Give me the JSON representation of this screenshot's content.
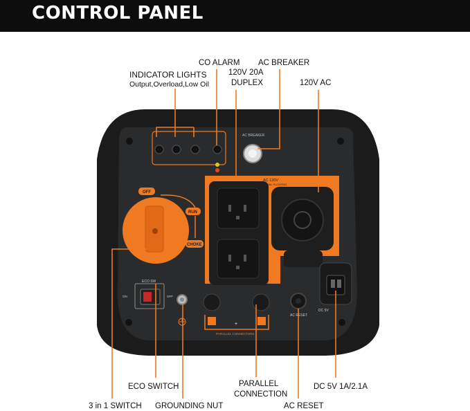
{
  "header": {
    "title": "CONTROL PANEL"
  },
  "callouts": {
    "indicator_lights": "INDICATOR LIGHTS",
    "indicator_lights_sub": "Output,Overload,Low Oil",
    "co_alarm": "CO ALARM",
    "ac_breaker": "AC BREAKER",
    "duplex_line1": "120V 20A",
    "duplex_line2": "DUPLEX",
    "ac_120v": "120V AC",
    "eco_switch": "ECO SWITCH",
    "three_in_one_switch": "3 in 1 SWITCH",
    "grounding_nut": "GROUNDING NUT",
    "parallel_line1": "PARALLEL",
    "parallel_line2": "CONNECTION",
    "ac_reset": "AC RESET",
    "dc_usb": "DC 5V 1A/2.1A"
  },
  "panel_labels": {
    "ac_breaker": "AC BREAKER",
    "ac_120v": "AC 120V",
    "ac_120v_sub": "NEUTRAL FLOATING",
    "off": "OFF",
    "run": "RUN",
    "choke": "CHOKE",
    "eco_sw": "ECO SW",
    "on": "ON",
    "off_small": "OFF",
    "ac_reset": "AC RESET",
    "parallel_connectors": "PARALLEL CONNECTORS",
    "dc_5v": "DC 5V",
    "plus": "+",
    "minus": "−"
  },
  "colors": {
    "accent": "#f07a22",
    "header_bg": "#0d0d0d",
    "panel_frame": "#1b1b1b",
    "panel_face": "#2a2b2d"
  }
}
